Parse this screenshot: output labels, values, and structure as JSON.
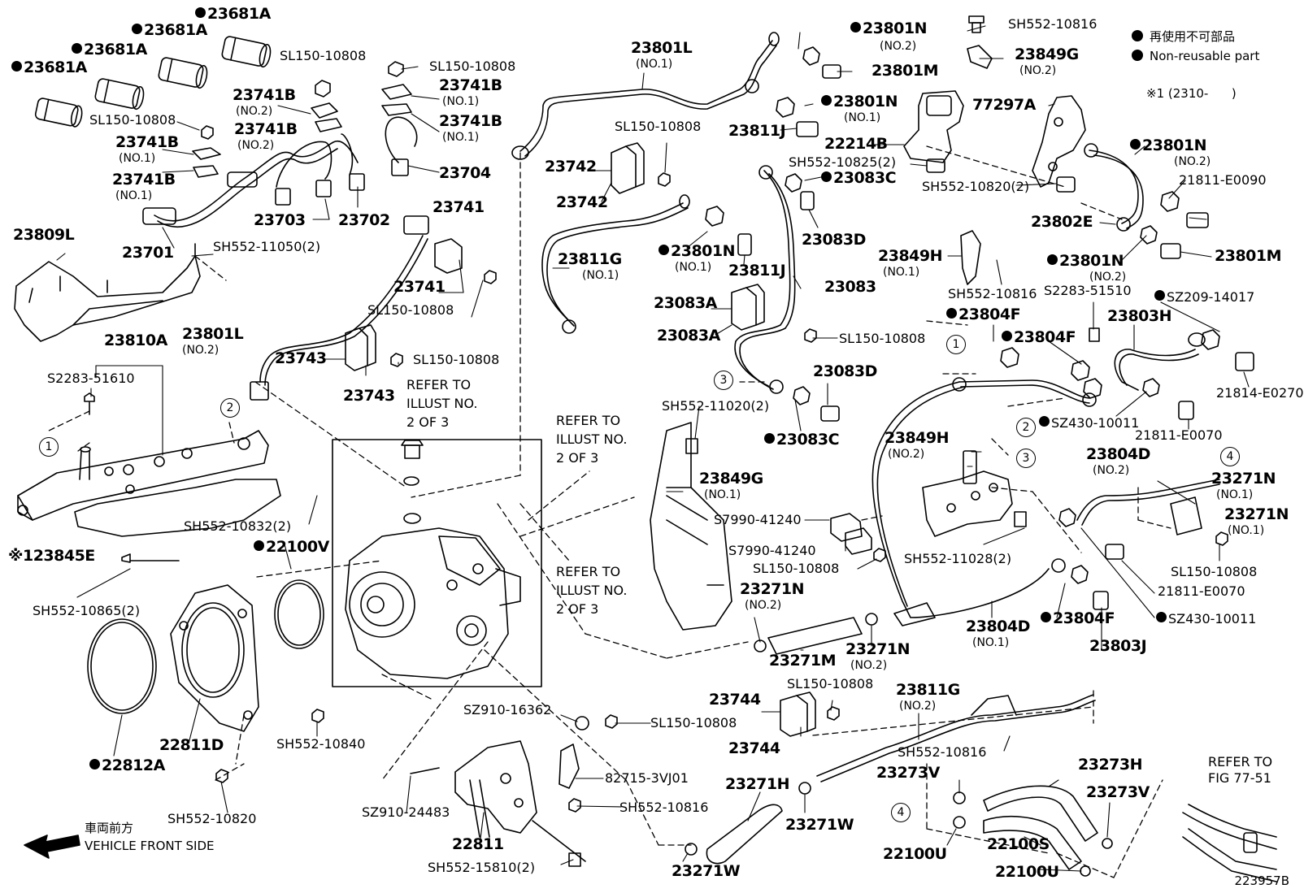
{
  "diagram_id": "223957B",
  "legend": {
    "jp": "再使用不可部品",
    "en": "Non-reusable part",
    "note": "※1 (2310-      )"
  },
  "vehicle_front": {
    "jp": "車両前方",
    "en": "VEHICLE FRONT SIDE"
  },
  "refer_notes": {
    "r1": "REFER TO\nILLUST NO.\n2 OF 3",
    "r2": "REFER TO\nILLUST NO.\n2 OF 3",
    "r3": "REFER TO\nILLUST NO.\n2 OF 3",
    "fig": "REFER TO\nFIG 77-51"
  },
  "callout_numbers": [
    "1",
    "2",
    "3",
    "4"
  ],
  "parts": [
    {
      "id": "p1",
      "code": "23681A",
      "nr": true
    },
    {
      "id": "p2",
      "code": "23681A",
      "nr": true
    },
    {
      "id": "p3",
      "code": "23681A",
      "nr": true
    },
    {
      "id": "p4",
      "code": "23681A",
      "nr": true
    },
    {
      "id": "p5",
      "code": "SL150-10808",
      "size": "sm"
    },
    {
      "id": "p6",
      "code": "SL150-10808",
      "size": "sm"
    },
    {
      "id": "p7",
      "code": "SL150-10808",
      "size": "sm"
    },
    {
      "id": "p8",
      "code": "23741B",
      "sub": "(NO.2)"
    },
    {
      "id": "p9",
      "code": "23741B",
      "sub": "(NO.2)"
    },
    {
      "id": "p10",
      "code": "23741B",
      "sub": "(NO.1)"
    },
    {
      "id": "p11",
      "code": "23741B",
      "sub": "(NO.1)"
    },
    {
      "id": "p12",
      "code": "23741B",
      "sub": "(NO.1)"
    },
    {
      "id": "p13",
      "code": "23741B",
      "sub": "(NO.1)"
    },
    {
      "id": "p14",
      "code": "23704"
    },
    {
      "id": "p15",
      "code": "23809L"
    },
    {
      "id": "p16",
      "code": "23701"
    },
    {
      "id": "p17",
      "code": "23703"
    },
    {
      "id": "p18",
      "code": "23702"
    },
    {
      "id": "p19",
      "code": "SH552-11050(2)",
      "size": "sm"
    },
    {
      "id": "p20",
      "code": "23741"
    },
    {
      "id": "p21",
      "code": "23741"
    },
    {
      "id": "p22",
      "code": "SL150-10808",
      "size": "sm"
    },
    {
      "id": "p23",
      "code": "23810A"
    },
    {
      "id": "p24",
      "code": "S2283-51610",
      "size": "sm"
    },
    {
      "id": "p25",
      "code": "23801L",
      "sub": "(NO.2)"
    },
    {
      "id": "p26",
      "code": "23743"
    },
    {
      "id": "p27",
      "code": "23743"
    },
    {
      "id": "p28",
      "code": "SL150-10808",
      "size": "sm"
    },
    {
      "id": "p29",
      "code": "SH552-10832(2)",
      "size": "sm"
    },
    {
      "id": "p30",
      "code": "※123845E"
    },
    {
      "id": "p31",
      "code": "22100V",
      "nr": true
    },
    {
      "id": "p32",
      "code": "SH552-10865(2)",
      "size": "sm"
    },
    {
      "id": "p33",
      "code": "22811D"
    },
    {
      "id": "p34",
      "code": "22812A",
      "nr": true
    },
    {
      "id": "p35",
      "code": "SH552-10840",
      "size": "sm"
    },
    {
      "id": "p36",
      "code": "SH552-10820",
      "size": "sm"
    },
    {
      "id": "p37",
      "code": "23801L",
      "sub": "(NO.1)"
    },
    {
      "id": "p38",
      "code": "SL150-10808",
      "size": "sm"
    },
    {
      "id": "p39",
      "code": "23742"
    },
    {
      "id": "p40",
      "code": "23742"
    },
    {
      "id": "p41",
      "code": "23811G",
      "sub": "(NO.1)"
    },
    {
      "id": "p42",
      "code": "23801N",
      "nr": true,
      "sub": "(NO.1)"
    },
    {
      "id": "p43",
      "code": "23811J"
    },
    {
      "id": "p44",
      "code": "23801N",
      "nr": true,
      "sub": "(NO.2)"
    },
    {
      "id": "p45",
      "code": "23801M"
    },
    {
      "id": "p46",
      "code": "23801N",
      "nr": true,
      "sub": "(NO.1)"
    },
    {
      "id": "p47",
      "code": "23811J"
    },
    {
      "id": "p48",
      "code": "22214B"
    },
    {
      "id": "p49",
      "code": "SH552-10825(2)",
      "size": "sm"
    },
    {
      "id": "p50",
      "code": "23083C",
      "nr": true
    },
    {
      "id": "p51",
      "code": "23083D"
    },
    {
      "id": "p52",
      "code": "23083"
    },
    {
      "id": "p53",
      "code": "23083A"
    },
    {
      "id": "p54",
      "code": "23083A"
    },
    {
      "id": "p55",
      "code": "SL150-10808",
      "size": "sm"
    },
    {
      "id": "p56",
      "code": "23083D"
    },
    {
      "id": "p57",
      "code": "23083C",
      "nr": true
    },
    {
      "id": "p58",
      "code": "SH552-11020(2)",
      "size": "sm"
    },
    {
      "id": "p59",
      "code": "23849G",
      "sub": "(NO.1)"
    },
    {
      "id": "p60",
      "code": "S7990-41240",
      "size": "sm"
    },
    {
      "id": "p61",
      "code": "S7990-41240",
      "size": "sm"
    },
    {
      "id": "p62",
      "code": "SL150-10808",
      "size": "sm"
    },
    {
      "id": "p63",
      "code": "23271N",
      "sub": "(NO.2)"
    },
    {
      "id": "p64",
      "code": "23271M"
    },
    {
      "id": "p65",
      "code": "23271N",
      "sub": "(NO.2)"
    },
    {
      "id": "p66",
      "code": "SH552-10816",
      "size": "sm"
    },
    {
      "id": "p67",
      "code": "23849G",
      "sub": "(NO.2)"
    },
    {
      "id": "p68",
      "code": "77297A"
    },
    {
      "id": "p69",
      "code": "SH552-10820(2)",
      "size": "sm"
    },
    {
      "id": "p70",
      "code": "23801N",
      "nr": true,
      "sub": "(NO.2)"
    },
    {
      "id": "p71",
      "code": "21811-E0090",
      "size": "sm"
    },
    {
      "id": "p72",
      "code": "23802E"
    },
    {
      "id": "p73",
      "code": "23801M"
    },
    {
      "id": "p74",
      "code": "23849H",
      "sub": "(NO.1)"
    },
    {
      "id": "p75",
      "code": "SH552-10816",
      "size": "sm"
    },
    {
      "id": "p76",
      "code": "23801N",
      "nr": true,
      "sub": "(NO.2)"
    },
    {
      "id": "p77",
      "code": "S2283-51510",
      "size": "sm"
    },
    {
      "id": "p78",
      "code": "SZ209-14017",
      "size": "sm",
      "nr": true
    },
    {
      "id": "p79",
      "code": "23803H"
    },
    {
      "id": "p80",
      "code": "23804F",
      "nr": true
    },
    {
      "id": "p81",
      "code": "23804F",
      "nr": true
    },
    {
      "id": "p82",
      "code": "21814-E0270",
      "size": "sm"
    },
    {
      "id": "p83",
      "code": "SZ430-10011",
      "size": "sm",
      "nr": true
    },
    {
      "id": "p84",
      "code": "21811-E0070",
      "size": "sm"
    },
    {
      "id": "p85",
      "code": "23849H",
      "sub": "(NO.2)"
    },
    {
      "id": "p86",
      "code": "23804D",
      "sub": "(NO.2)"
    },
    {
      "id": "p87",
      "code": "23271N",
      "sub": "(NO.1)"
    },
    {
      "id": "p88",
      "code": "23271N",
      "sub": "(NO.1)"
    },
    {
      "id": "p89",
      "code": "SH552-11028(2)",
      "size": "sm"
    },
    {
      "id": "p90",
      "code": "SL150-10808",
      "size": "sm"
    },
    {
      "id": "p91",
      "code": "21811-E0070",
      "size": "sm"
    },
    {
      "id": "p92",
      "code": "23804D",
      "sub": "(NO.1)"
    },
    {
      "id": "p93",
      "code": "23804F",
      "nr": true
    },
    {
      "id": "p94",
      "code": "23803J"
    },
    {
      "id": "p95",
      "code": "SZ430-10011",
      "size": "sm",
      "nr": true
    },
    {
      "id": "p96",
      "code": "23744"
    },
    {
      "id": "p97",
      "code": "23744"
    },
    {
      "id": "p98",
      "code": "SL150-10808",
      "size": "sm"
    },
    {
      "id": "p99",
      "code": "23811G",
      "sub": "(NO.2)"
    },
    {
      "id": "p100",
      "code": "SH552-10816",
      "size": "sm"
    },
    {
      "id": "p101",
      "code": "SZ910-16362",
      "size": "sm"
    },
    {
      "id": "p102",
      "code": "SL150-10808",
      "size": "sm"
    },
    {
      "id": "p103",
      "code": "82715-3VJ01",
      "size": "sm"
    },
    {
      "id": "p104",
      "code": "SH552-10816",
      "size": "sm"
    },
    {
      "id": "p105",
      "code": "SZ910-24483",
      "size": "sm"
    },
    {
      "id": "p106",
      "code": "22811"
    },
    {
      "id": "p107",
      "code": "SH552-15810(2)",
      "size": "sm"
    },
    {
      "id": "p108",
      "code": "23271H"
    },
    {
      "id": "p109",
      "code": "23271W"
    },
    {
      "id": "p110",
      "code": "23271W"
    },
    {
      "id": "p111",
      "code": "23273V"
    },
    {
      "id": "p112",
      "code": "23273H"
    },
    {
      "id": "p113",
      "code": "23273V"
    },
    {
      "id": "p114",
      "code": "22100U"
    },
    {
      "id": "p115",
      "code": "22100S"
    },
    {
      "id": "p116",
      "code": "22100U"
    }
  ]
}
